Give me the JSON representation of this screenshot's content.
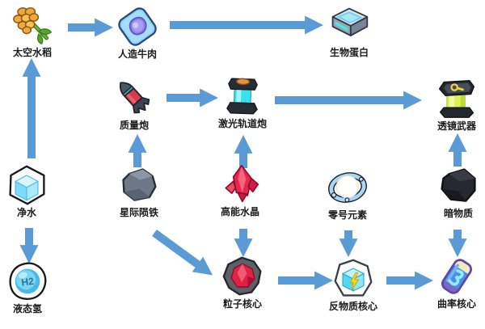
{
  "colors": {
    "arrow": "#5B9BD5",
    "label": "#1b1b1b",
    "background": "#ffffff"
  },
  "nodes": [
    {
      "id": "space-rice",
      "label": "太空水稻",
      "icon": "wheat-icon"
    },
    {
      "id": "artificial-beef",
      "label": "人造牛肉",
      "icon": "beef-slab-icon"
    },
    {
      "id": "bio-protein",
      "label": "生物蛋白",
      "icon": "protein-tray-icon"
    },
    {
      "id": "mass-cannon",
      "label": "质量炮",
      "icon": "missile-icon"
    },
    {
      "id": "laser-railgun",
      "label": "激光轨道炮",
      "icon": "cyan-canister-icon"
    },
    {
      "id": "lens-weapon",
      "label": "透镜武器",
      "icon": "yellow-canister-icon"
    },
    {
      "id": "pure-water",
      "label": "净水",
      "icon": "ice-cube-hex-icon"
    },
    {
      "id": "liquid-hydrogen",
      "label": "液态氢",
      "icon": "h2-sphere-icon"
    },
    {
      "id": "meteorite-iron",
      "label": "星际陨铁",
      "icon": "gray-rock-icon"
    },
    {
      "id": "energy-crystal",
      "label": "高能水晶",
      "icon": "red-crystal-icon"
    },
    {
      "id": "element-zero",
      "label": "零号元素",
      "icon": "glow-ring-icon"
    },
    {
      "id": "dark-matter",
      "label": "暗物质",
      "icon": "black-rock-icon"
    },
    {
      "id": "particle-core",
      "label": "粒子核心",
      "icon": "red-core-rock-icon"
    },
    {
      "id": "antimatter-core",
      "label": "反物质核心",
      "icon": "cube-lightning-icon"
    },
    {
      "id": "curvature-core",
      "label": "曲率核心",
      "icon": "battery-cylinder-icon"
    }
  ],
  "icons": {
    "hydrogen_text": "H2"
  },
  "edges": [
    {
      "from": "pure-water",
      "to": "space-rice"
    },
    {
      "from": "space-rice",
      "to": "artificial-beef"
    },
    {
      "from": "artificial-beef",
      "to": "bio-protein"
    },
    {
      "from": "pure-water",
      "to": "liquid-hydrogen"
    },
    {
      "from": "mass-cannon",
      "to": "laser-railgun"
    },
    {
      "from": "laser-railgun",
      "to": "lens-weapon"
    },
    {
      "from": "meteorite-iron",
      "to": "mass-cannon"
    },
    {
      "from": "energy-crystal",
      "to": "laser-railgun"
    },
    {
      "from": "dark-matter",
      "to": "lens-weapon"
    },
    {
      "from": "meteorite-iron",
      "to": "particle-core"
    },
    {
      "from": "energy-crystal",
      "to": "particle-core"
    },
    {
      "from": "element-zero",
      "to": "antimatter-core"
    },
    {
      "from": "dark-matter",
      "to": "curvature-core"
    },
    {
      "from": "particle-core",
      "to": "antimatter-core"
    },
    {
      "from": "antimatter-core",
      "to": "curvature-core"
    }
  ]
}
